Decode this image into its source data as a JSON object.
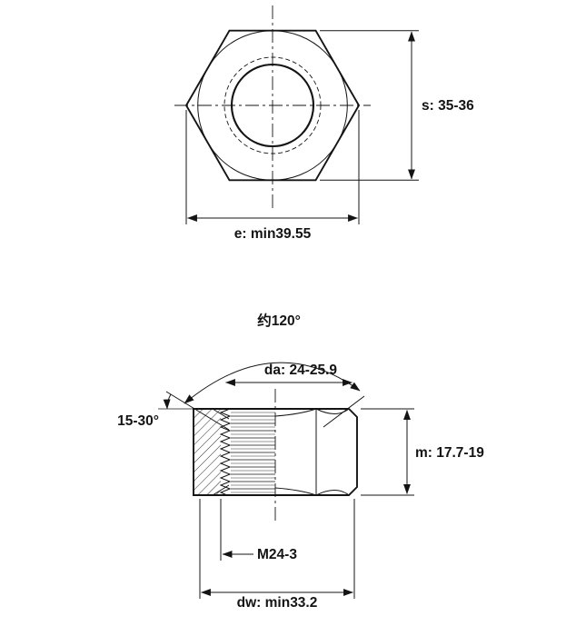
{
  "drawing": {
    "background_color": "#ffffff",
    "line_color": "#141414",
    "top_view": {
      "width_across_flats_label": "s: 35-36",
      "width_across_corners_label": "e: min39.55"
    },
    "section_view": {
      "countersink_angle_label": "约120°",
      "countersink_diameter_label": "da: 24-25.9",
      "chamfer_angle_label": "15-30°",
      "nut_height_label": "m: 17.7-19",
      "thread_designation_label": "M24-3",
      "bearing_face_diameter_label": "dw: min33.2"
    }
  }
}
